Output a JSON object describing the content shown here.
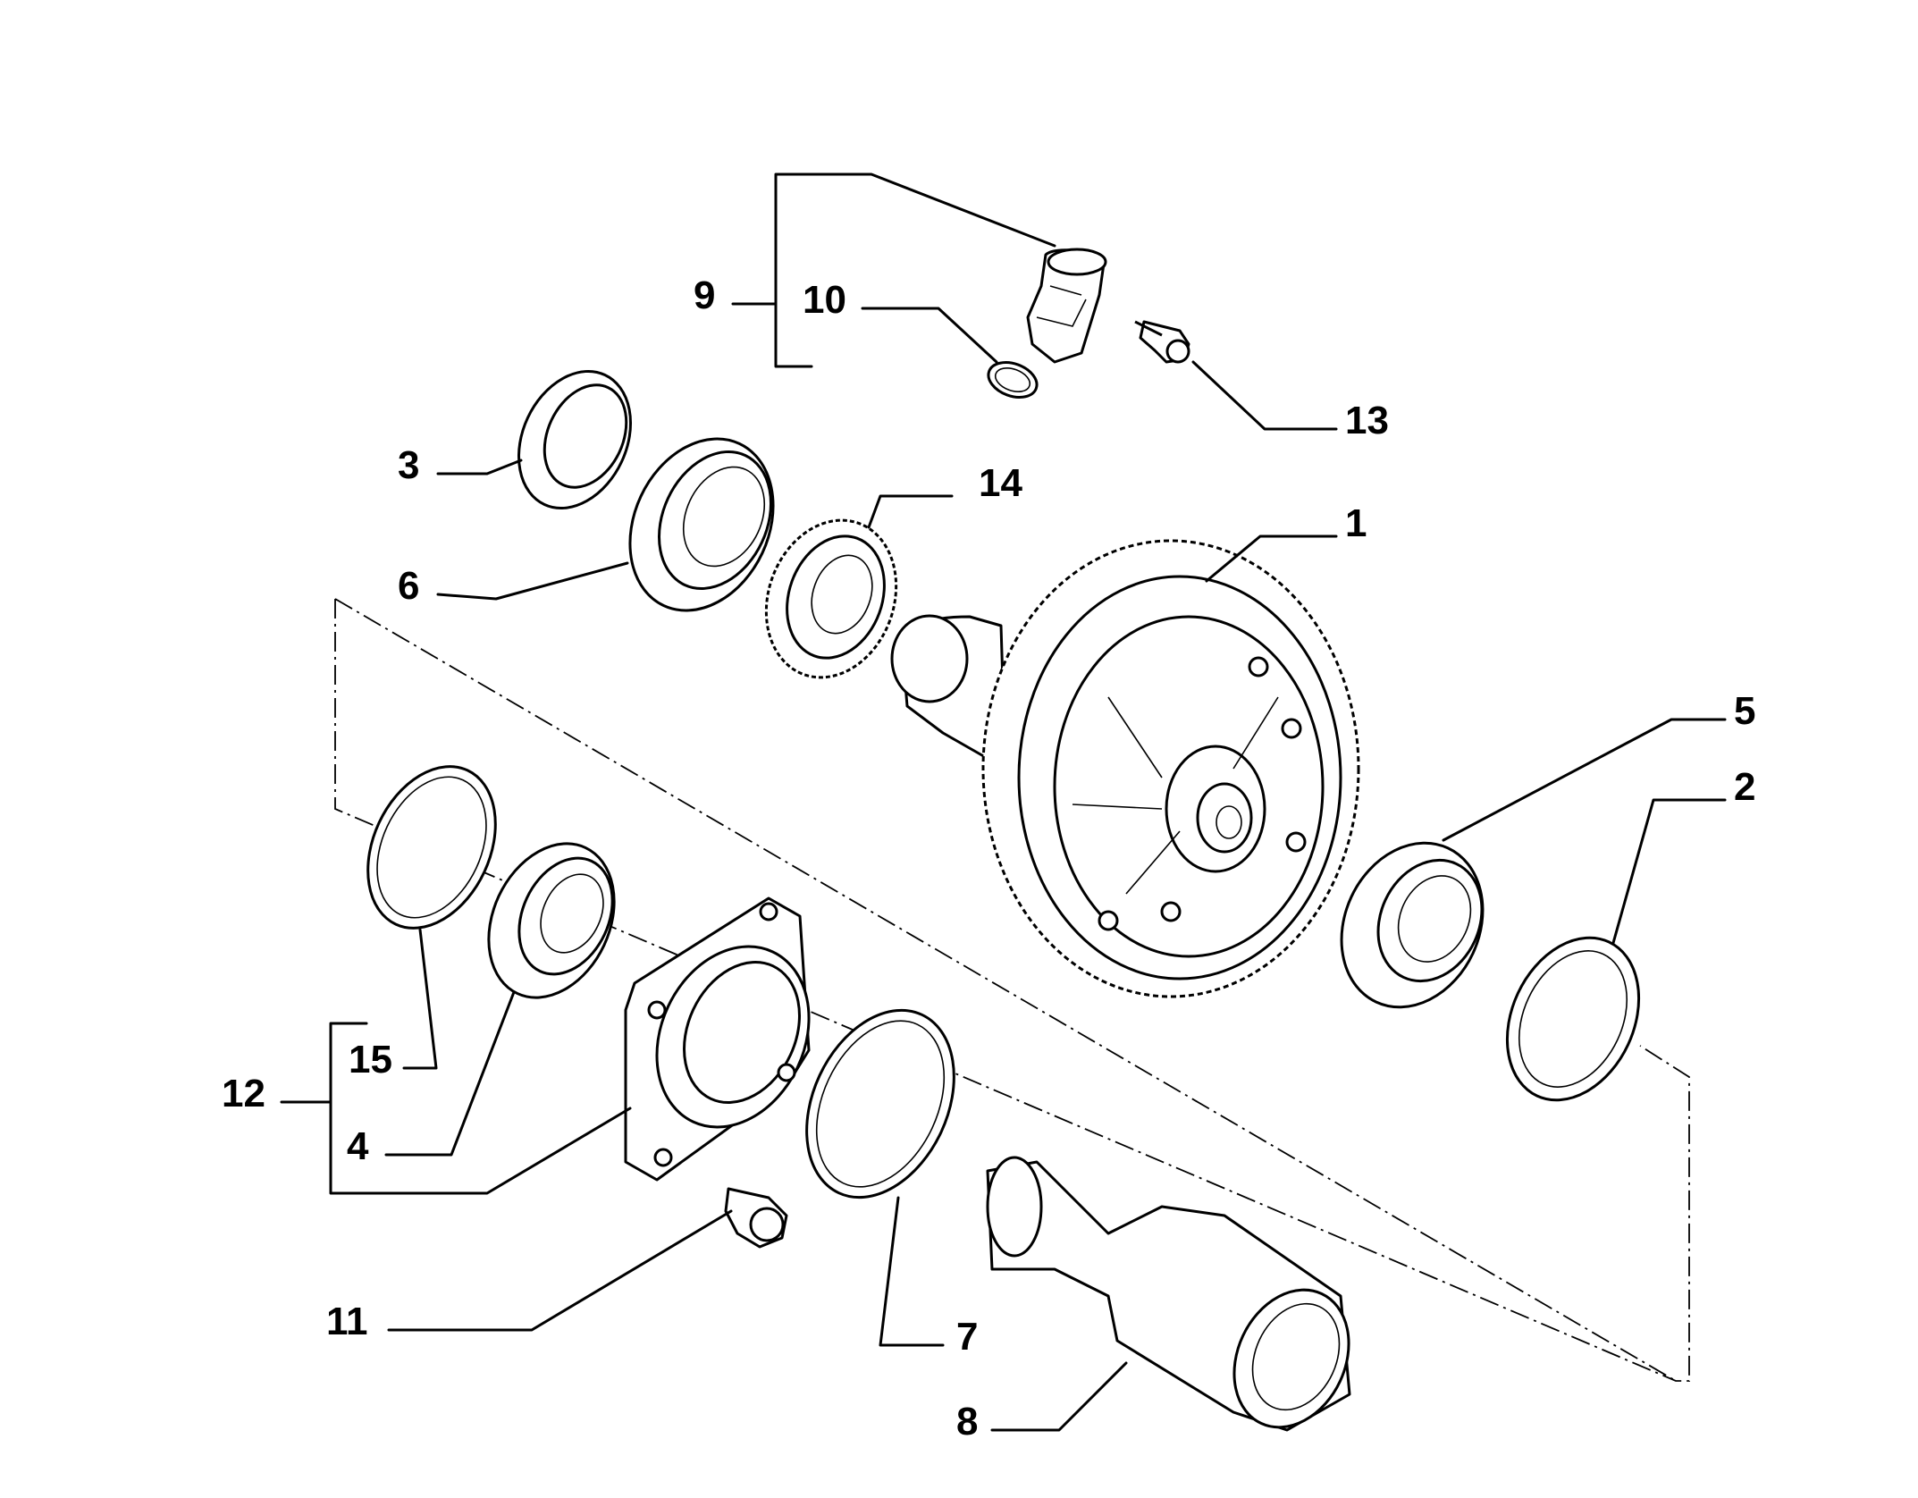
{
  "diagram": {
    "type": "exploded-parts-diagram",
    "colors": {
      "line": "#000000",
      "background": "#ffffff"
    },
    "callouts": [
      {
        "id": "c1",
        "label": "1"
      },
      {
        "id": "c2",
        "label": "2"
      },
      {
        "id": "c3",
        "label": "3"
      },
      {
        "id": "c4",
        "label": "4"
      },
      {
        "id": "c5",
        "label": "5"
      },
      {
        "id": "c6",
        "label": "6"
      },
      {
        "id": "c7",
        "label": "7"
      },
      {
        "id": "c8",
        "label": "8"
      },
      {
        "id": "c9",
        "label": "9"
      },
      {
        "id": "c10",
        "label": "10"
      },
      {
        "id": "c11",
        "label": "11"
      },
      {
        "id": "c12",
        "label": "12"
      },
      {
        "id": "c13",
        "label": "13"
      },
      {
        "id": "c14",
        "label": "14"
      },
      {
        "id": "c15",
        "label": "15"
      }
    ]
  }
}
